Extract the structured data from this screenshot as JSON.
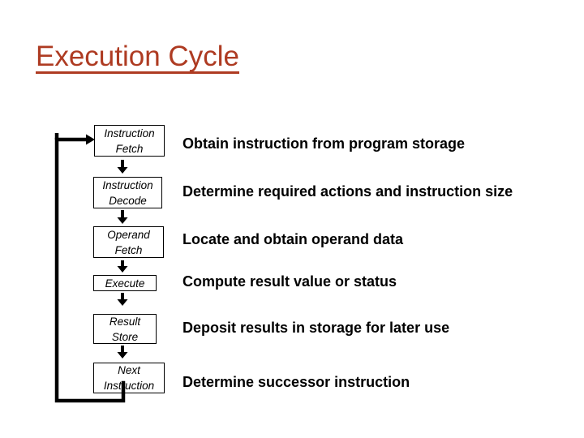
{
  "title": {
    "text": "Execution Cycle",
    "color": "#AE3B22"
  },
  "diagram": {
    "steps": [
      {
        "box_lines": [
          "Instruction",
          "Fetch"
        ],
        "description": "Obtain instruction from program storage"
      },
      {
        "box_lines": [
          "Instruction",
          "Decode"
        ],
        "description": "Determine required actions and instruction size"
      },
      {
        "box_lines": [
          "Operand",
          "Fetch"
        ],
        "description": "Locate and obtain operand data"
      },
      {
        "box_lines": [
          "Execute"
        ],
        "description": "Compute result value or status"
      },
      {
        "box_lines": [
          "Result",
          "Store"
        ],
        "description": "Deposit results in storage for later use"
      },
      {
        "box_lines": [
          "Next",
          "Instruction"
        ],
        "description": "Determine successor instruction"
      }
    ],
    "loop_arrow": {
      "from": "Next Instruction",
      "to": "Instruction Fetch"
    },
    "colors": {
      "line": "#000000",
      "box_border": "#000000",
      "box_fill": "#FFFFFF",
      "text": "#000000"
    }
  }
}
